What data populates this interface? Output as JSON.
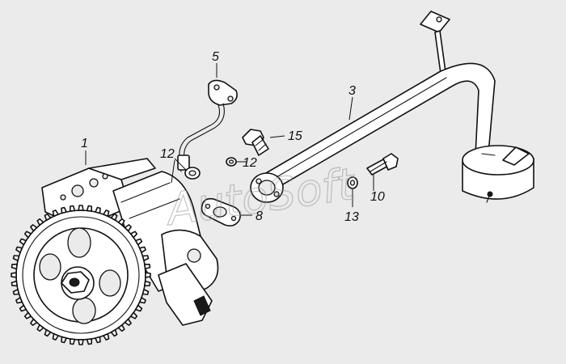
{
  "watermark": {
    "text": "AutoSoft"
  },
  "callouts": [
    {
      "id": "1",
      "text": "1"
    },
    {
      "id": "3",
      "text": "3"
    },
    {
      "id": "5",
      "text": "5"
    },
    {
      "id": "8",
      "text": "8"
    },
    {
      "id": "10",
      "text": "10"
    },
    {
      "id": "12a",
      "text": "12"
    },
    {
      "id": "12b",
      "text": "12"
    },
    {
      "id": "13",
      "text": "13"
    },
    {
      "id": "15",
      "text": "15"
    }
  ],
  "colors": {
    "background": "#ebebeb",
    "line": "#111111",
    "part_fill": "#ffffff",
    "watermark": "#9a9a9a"
  }
}
